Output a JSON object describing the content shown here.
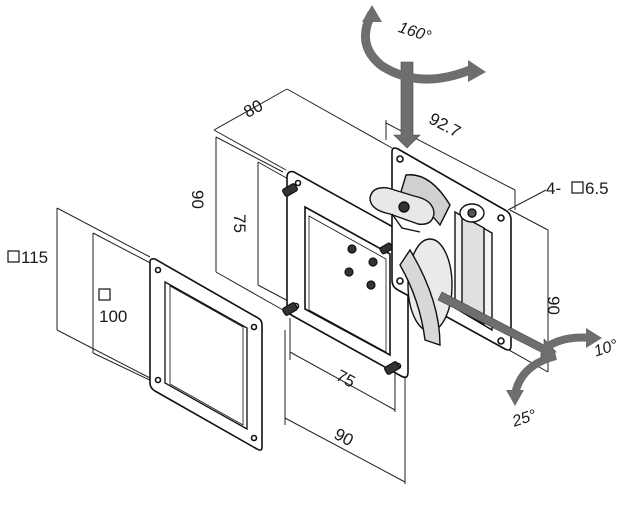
{
  "diagram": {
    "dims": {
      "d80": "80",
      "d92_7": "92.7",
      "d90_left": "90",
      "d75_left": "75",
      "d90_right": "90",
      "d75_bottom": "75",
      "d90_bottom": "90",
      "d115": "115",
      "d100": "100",
      "hole_spec": "4-",
      "hole_size": "6.5"
    },
    "angles": {
      "top": "160°",
      "right": "10°",
      "bottom": "25°"
    }
  }
}
